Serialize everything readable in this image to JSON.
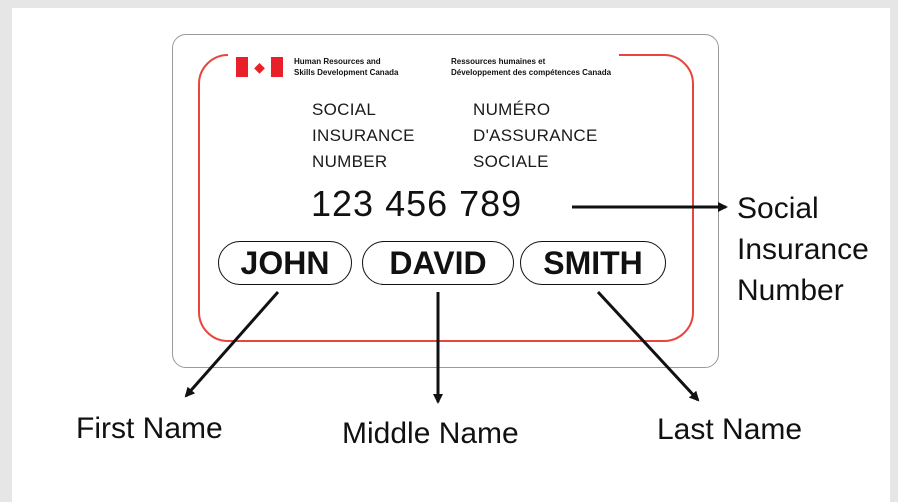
{
  "card": {
    "department_en": [
      "Human Resources and",
      "Skills Development Canada"
    ],
    "department_fr": [
      "Ressources humaines et",
      "Développement des compétences Canada"
    ],
    "label_en": [
      "SOCIAL",
      "INSURANCE",
      "NUMBER"
    ],
    "label_fr": [
      "NUMÉRO",
      "D'ASSURANCE",
      "SOCIALE"
    ],
    "number": "123 456 789",
    "names": {
      "first": "JOHN",
      "middle": "DAVID",
      "last": "SMITH"
    }
  },
  "callouts": {
    "sin": [
      "Social",
      "Insurance",
      "Number"
    ],
    "first_name": "First Name",
    "middle_name": "Middle Name",
    "last_name": "Last Name"
  },
  "icons": {
    "flag": "canada-flag-icon",
    "leaf": "maple-leaf-icon"
  },
  "colors": {
    "card_border": "#9a9a9a",
    "red_frame": "#e8453c",
    "flag_red": "#e8202a",
    "text": "#111111"
  }
}
